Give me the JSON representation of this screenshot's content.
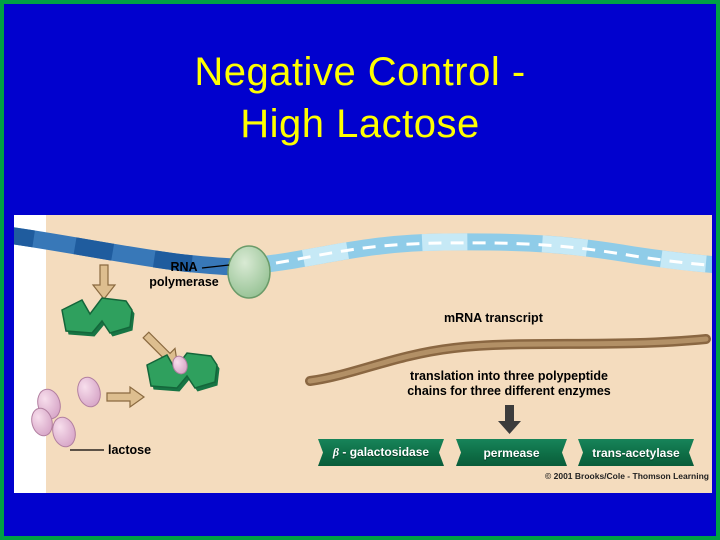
{
  "slide": {
    "title_lines": [
      "Negative Control -",
      "High Lactose"
    ]
  },
  "diagram": {
    "rna_polymerase_label_line1": "RNA",
    "rna_polymerase_label_line2": "polymerase",
    "mrna_label": "mRNA transcript",
    "translation_line1": "translation into three polypeptide",
    "translation_line2": "chains for three different enzymes",
    "lactose_label": "lactose",
    "enzyme_banners": [
      "β - galactosidase",
      "permease",
      "trans-acetylase"
    ],
    "credit": "© 2001 Brooks/Cole - Thomson Learning",
    "graphics": [
      "dna-strand",
      "rna-polymerase",
      "repressor-protein",
      "lactose-molecules",
      "mrna-strand"
    ]
  },
  "colors": {
    "background": "#0101CE",
    "border_green": "#00A045",
    "title_yellow": "#FFFF00",
    "panel_beige": "#F4DCBE",
    "banner_green": "#0E6E46",
    "dna_dark_blue": "#3878B8",
    "dna_light_blue": "#8FCCE8",
    "mrna_brown": "#8A6742",
    "lactose_pink": "#E9BFD8",
    "repressor_green": "#2FA05E"
  }
}
